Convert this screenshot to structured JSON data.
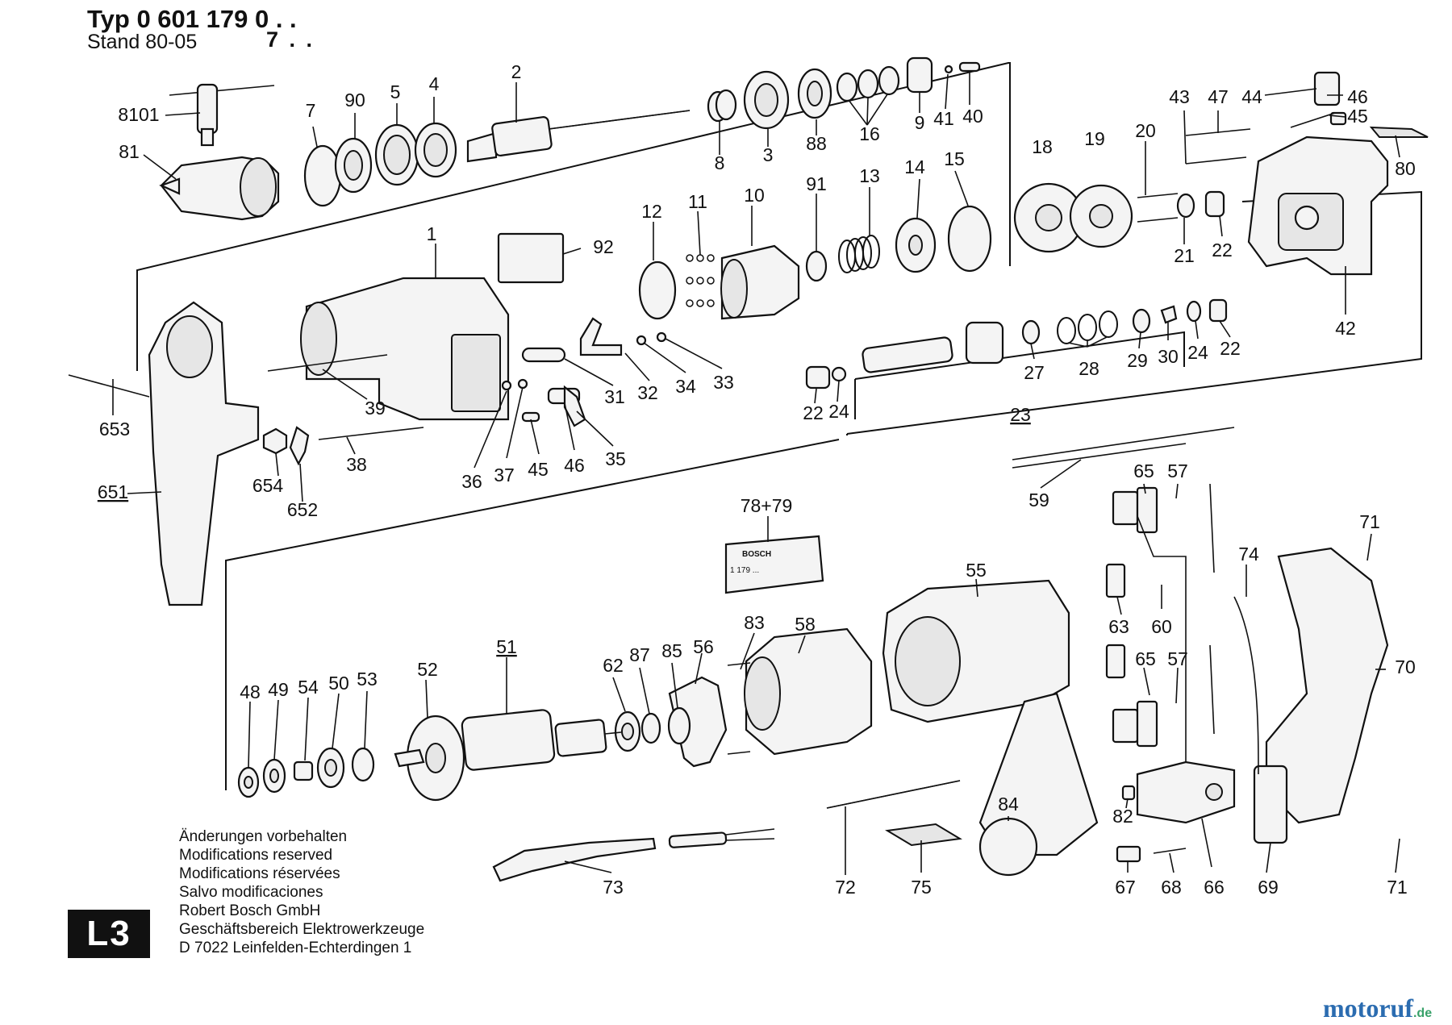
{
  "header": {
    "typ_label": "Typ",
    "typ_number": "0 601 179 0 . .",
    "typ_suffix": "",
    "stand_label": "Stand",
    "stand_value": "80-05",
    "stand_suffix": "7 . ."
  },
  "footer": {
    "modifications": [
      "Änderungen vorbehalten",
      "Modifications reserved",
      "Modifications réservées",
      "Salvo modificaciones"
    ],
    "company": [
      "Robert Bosch GmbH",
      "Geschäftsbereich Elektrowerkzeuge",
      "D 7022 Leinfelden-Echterdingen 1"
    ],
    "page_code": "L3",
    "watermark_main": "motoruf",
    "watermark_domain": ".de"
  },
  "labels": {
    "brand_plate": "BOSCH",
    "plate_number": "1 179 ..."
  },
  "part_numbers": [
    "8101",
    "81",
    "7",
    "90",
    "5",
    "4",
    "2",
    "8",
    "3",
    "88",
    "16",
    "9",
    "41",
    "40",
    "43",
    "47",
    "44",
    "46",
    "45",
    "80",
    "18",
    "19",
    "20",
    "21",
    "22",
    "42",
    "12",
    "11",
    "10",
    "91",
    "13",
    "14",
    "15",
    "92",
    "1",
    "39",
    "31",
    "32",
    "34",
    "33",
    "36",
    "37",
    "45",
    "46",
    "35",
    "653",
    "651",
    "654",
    "652",
    "38",
    "22",
    "24",
    "23",
    "27",
    "28",
    "29",
    "30",
    "24",
    "22",
    "59",
    "65",
    "57",
    "60",
    "63",
    "65",
    "57",
    "82",
    "66",
    "67",
    "68",
    "69",
    "74",
    "71",
    "70",
    "71",
    "78+79",
    "55",
    "58",
    "83",
    "56",
    "85",
    "87",
    "62",
    "51",
    "52",
    "53",
    "50",
    "54",
    "49",
    "48",
    "72",
    "75",
    "84",
    "73"
  ]
}
